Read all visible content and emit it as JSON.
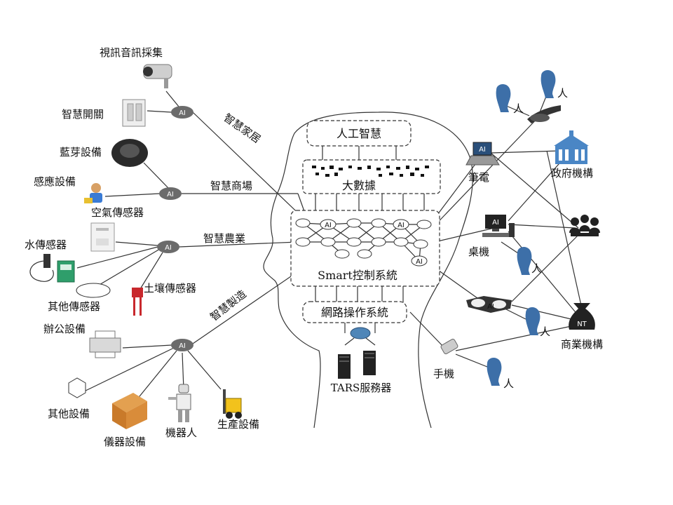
{
  "center": {
    "ai_box": "人工智慧",
    "bigdata_box": "大數據",
    "control_system": "Smart控制系統",
    "network_os": "網路操作系統",
    "server": "TARS服務器",
    "ai_badge": "AI"
  },
  "branches": {
    "home": "智慧家居",
    "mall": "智慧商場",
    "agriculture": "智慧農業",
    "manufacturing": "智慧製造"
  },
  "devices": {
    "camera": "視訊音訊採集",
    "switch": "智慧開關",
    "bluetooth": "藍芽設備",
    "sensing": "感應設備",
    "air_sensor": "空氣傳感器",
    "water_sensor": "水傳感器",
    "other_sensor": "其他傳感器",
    "soil_sensor": "土壤傳感器",
    "office": "辦公設備",
    "other_device": "其他設備",
    "instrument": "儀器設備",
    "robot": "機器人",
    "production": "生產設備"
  },
  "right": {
    "person": "人",
    "laptop": "筆電",
    "government": "政府機構",
    "desktop": "桌機",
    "phone": "手機",
    "business": "商業機構",
    "nt_badge": "NT"
  },
  "colors": {
    "ai_node": "#6b6b6b",
    "person": "#3d6fa8",
    "gov": "#4a86c5",
    "box_orange": "#d98c3a"
  }
}
